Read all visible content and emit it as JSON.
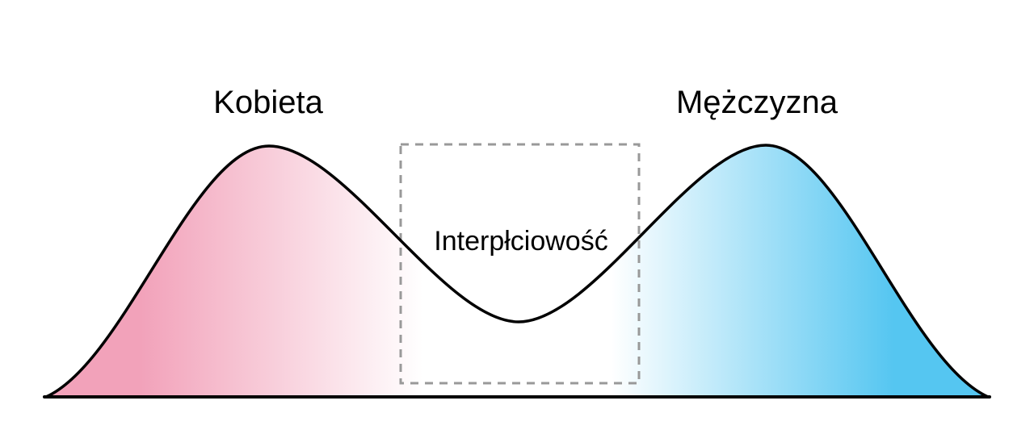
{
  "diagram": {
    "female_label": "Kobieta",
    "male_label": "Mężczyzna",
    "intersex_label": "Interpłciowość"
  },
  "colors": {
    "female_pink": "#F2A2BA",
    "male_blue": "#55C6F1",
    "white": "#FFFFFF",
    "curve_stroke": "#000000",
    "dashed_box": "#999999"
  }
}
